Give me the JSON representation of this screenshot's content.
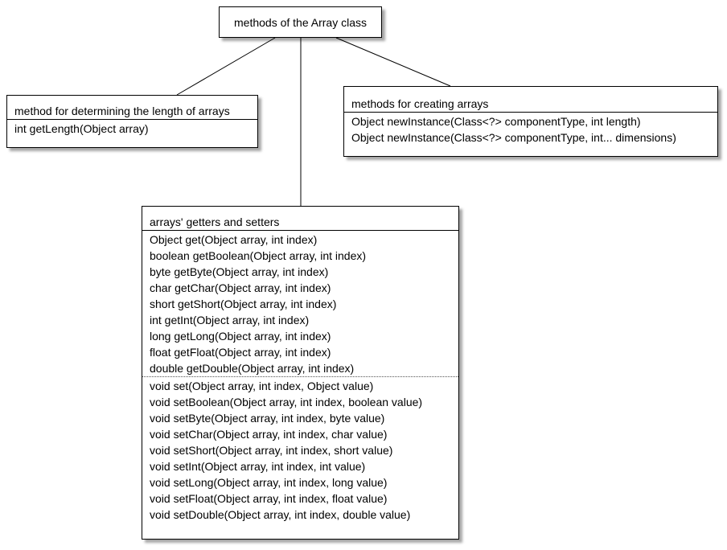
{
  "root": {
    "title": "methods of the Array class"
  },
  "length_group": {
    "title": "method for determining the length of arrays",
    "methods": [
      "int getLength(Object array)"
    ]
  },
  "creation_group": {
    "title": "methods for creating arrays",
    "methods": [
      "Object newInstance(Class<?> componentType, int length)",
      "Object newInstance(Class<?> componentType, int... dimensions)"
    ]
  },
  "accessor_group": {
    "title": "arrays' getters and setters",
    "getters": [
      "Object get(Object array, int index)",
      "boolean getBoolean(Object array, int index)",
      "byte getByte(Object array, int index)",
      "char getChar(Object array, int index)",
      "short getShort(Object array, int index)",
      "int getInt(Object array, int index)",
      "long getLong(Object array, int index)",
      "float getFloat(Object array, int index)",
      "double getDouble(Object array, int index)"
    ],
    "setters": [
      "void set(Object array, int index, Object value)",
      "void setBoolean(Object array, int index, boolean value)",
      "void setByte(Object array, int index, byte value)",
      "void setChar(Object array, int index, char value)",
      "void setShort(Object array, int index, short value)",
      "void setInt(Object array, int index, int value)",
      "void setLong(Object array, int index, long value)",
      "void setFloat(Object array, int index, float value)",
      "void setDouble(Object array, int index, double value)"
    ]
  },
  "colors": {
    "line": "#000000",
    "box_fill": "#ffffff",
    "text": "#000000"
  }
}
